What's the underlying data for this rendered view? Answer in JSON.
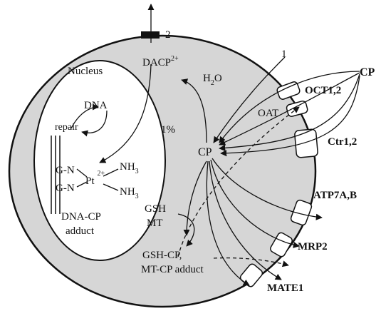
{
  "labels": {
    "nucleus": "Nucleus",
    "dacp": "DACP",
    "dacp_sup": "2+",
    "h2o": "H",
    "h2o_sub": "2",
    "h2o_tail": "O",
    "dna": "DNA",
    "repair": "repair",
    "percent": "1%",
    "cp_center": "CP",
    "cp_outside": "CP",
    "oct": "OCT1,2",
    "oat": "OAT",
    "ctr": "Ctr1,2",
    "atp7": "ATP7A,B",
    "mrp2": "MRP2",
    "mate1": "MATE1",
    "gsh": "GSH",
    "mt": "MT",
    "gsh_cp": "GSH-CP,",
    "mt_cp": "MT-CP adduct",
    "dna_cp": "DNA-CP",
    "adduct": "adduct",
    "pt": "Pt",
    "pt_sup": "2+",
    "gn1": "G-N",
    "gn2": "G-N",
    "nh3_a": "NH",
    "nh3_b": "NH",
    "nh3_sub": "3",
    "marker_1": "1",
    "marker_2": "2"
  },
  "colors": {
    "cell_fill": "#d6d6d6",
    "nucleus_fill": "#ffffff",
    "stroke": "#111111"
  }
}
